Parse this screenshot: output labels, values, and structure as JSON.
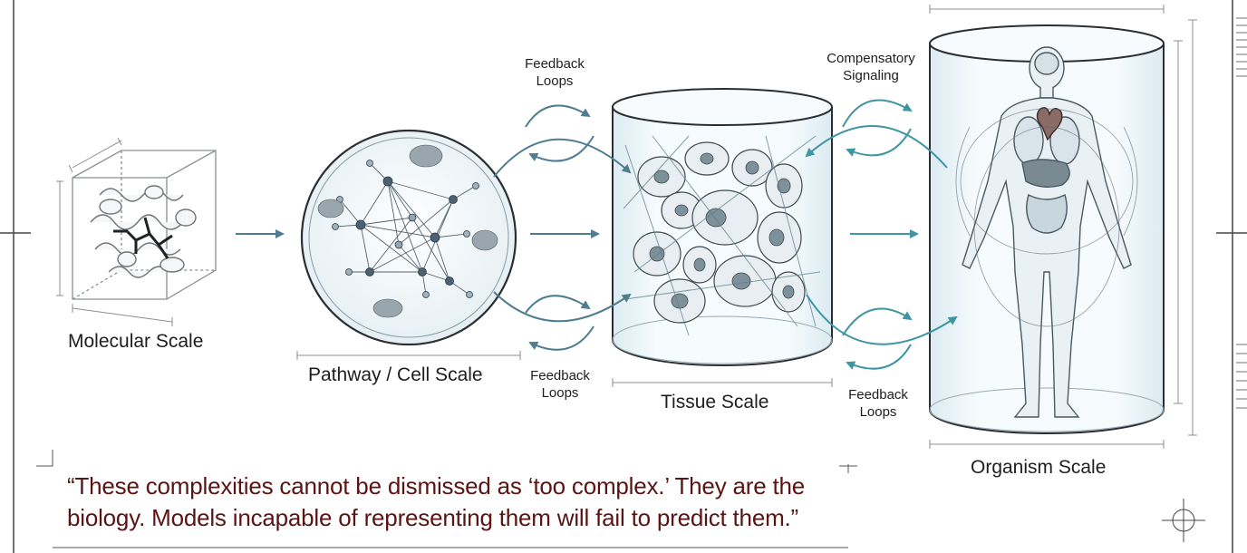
{
  "scales": {
    "molecular": "Molecular Scale",
    "pathway_cell": "Pathway / Cell Scale",
    "tissue": "Tissue Scale",
    "organism": "Organism Scale"
  },
  "loops": {
    "feedback_top_line1": "Feedback",
    "feedback_top_line2": "Loops",
    "feedback_bottom_line1": "Feedback",
    "feedback_bottom_line2": "Loops",
    "feedback_right_line1": "Feedback",
    "feedback_right_line2": "Loops",
    "compensatory_line1": "Compensatory",
    "compensatory_line2": "Signaling"
  },
  "quote": {
    "line1": "“These complexities cannot be dismissed as ‘too complex.’ They are the",
    "line2": "biology. Models incapable of representing them will fail to predict them.”"
  },
  "colors": {
    "ink": "#1e1e1e",
    "arrow": "#4f7d8f",
    "teal_arrow": "#3e95a3",
    "quote": "#5a1414",
    "glass": "#eef6fa"
  }
}
